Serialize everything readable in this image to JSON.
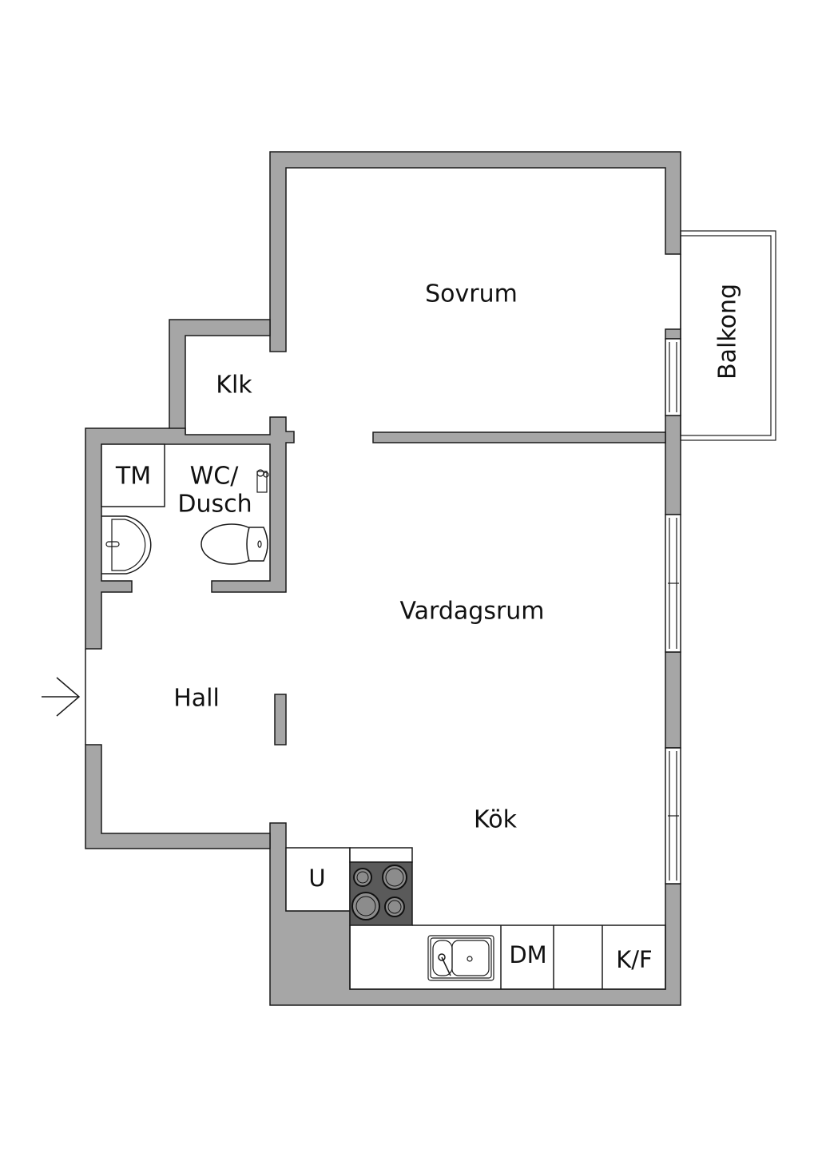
{
  "floorplan": {
    "rooms": {
      "sovrum": "Sovrum",
      "balkong": "Balkong",
      "klk": "Klk",
      "tm": "TM",
      "wc_line1": "WC/",
      "wc_line2": "Dusch",
      "vardagsrum": "Vardagsrum",
      "hall": "Hall",
      "kok": "Kök"
    },
    "fixtures": {
      "u": "U",
      "dm": "DM",
      "kf": "K/F"
    },
    "colors": {
      "wall": "#a6a6a6",
      "outline": "#1a1a1a",
      "stove": "#5a5a5a",
      "burner": "#8c8c8c",
      "background": "#ffffff"
    }
  }
}
